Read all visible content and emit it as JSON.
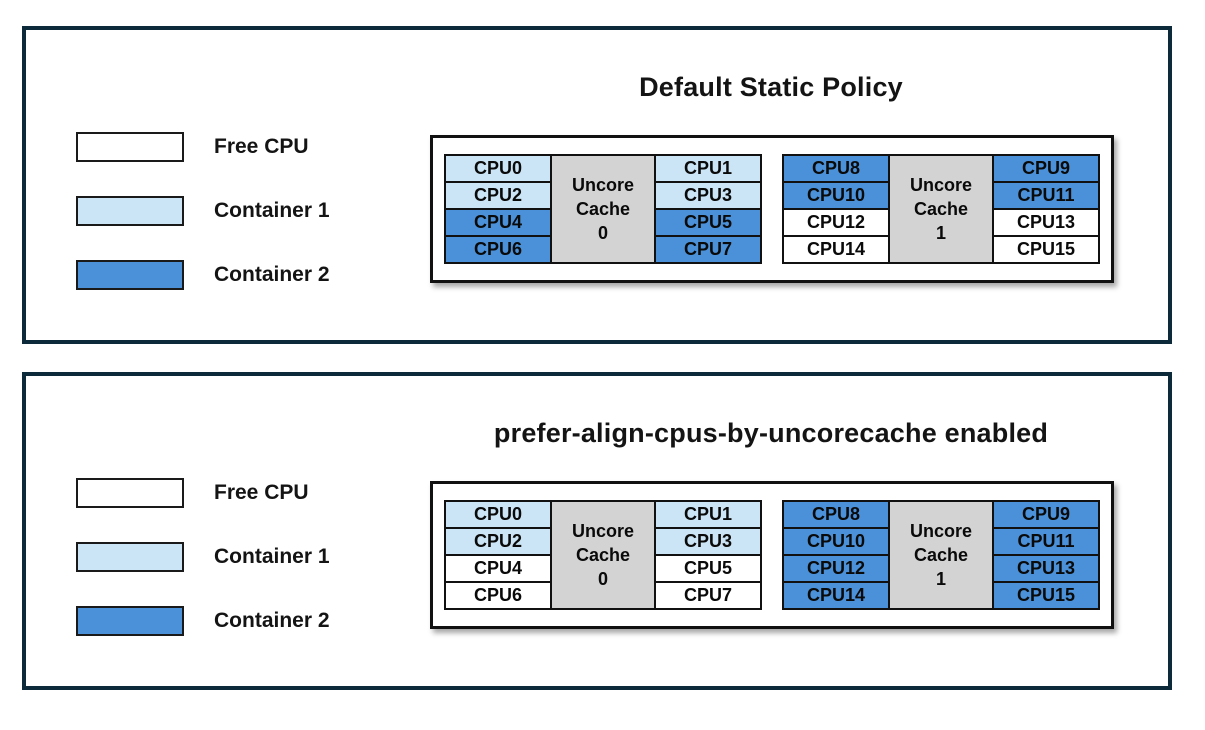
{
  "colors": {
    "free": "#ffffff",
    "container1": "#cbe5f6",
    "container2": "#4b91d9",
    "cache": "#d3d3d3",
    "panel-border": "#0d2a3a"
  },
  "legend": [
    {
      "label": "Free CPU",
      "state": "free"
    },
    {
      "label": "Container 1",
      "state": "container1"
    },
    {
      "label": "Container 2",
      "state": "container2"
    }
  ],
  "panels": [
    {
      "title": "Default Static Policy",
      "groups": [
        {
          "cache": [
            "Uncore",
            "Cache",
            "0"
          ],
          "left": [
            {
              "label": "CPU0",
              "state": "container1"
            },
            {
              "label": "CPU2",
              "state": "container1"
            },
            {
              "label": "CPU4",
              "state": "container2"
            },
            {
              "label": "CPU6",
              "state": "container2"
            }
          ],
          "right": [
            {
              "label": "CPU1",
              "state": "container1"
            },
            {
              "label": "CPU3",
              "state": "container1"
            },
            {
              "label": "CPU5",
              "state": "container2"
            },
            {
              "label": "CPU7",
              "state": "container2"
            }
          ]
        },
        {
          "cache": [
            "Uncore",
            "Cache",
            "1"
          ],
          "left": [
            {
              "label": "CPU8",
              "state": "container2"
            },
            {
              "label": "CPU10",
              "state": "container2"
            },
            {
              "label": "CPU12",
              "state": "free"
            },
            {
              "label": "CPU14",
              "state": "free"
            }
          ],
          "right": [
            {
              "label": "CPU9",
              "state": "container2"
            },
            {
              "label": "CPU11",
              "state": "container2"
            },
            {
              "label": "CPU13",
              "state": "free"
            },
            {
              "label": "CPU15",
              "state": "free"
            }
          ]
        }
      ]
    },
    {
      "title": "prefer-align-cpus-by-uncorecache enabled",
      "groups": [
        {
          "cache": [
            "Uncore",
            "Cache",
            "0"
          ],
          "left": [
            {
              "label": "CPU0",
              "state": "container1"
            },
            {
              "label": "CPU2",
              "state": "container1"
            },
            {
              "label": "CPU4",
              "state": "free"
            },
            {
              "label": "CPU6",
              "state": "free"
            }
          ],
          "right": [
            {
              "label": "CPU1",
              "state": "container1"
            },
            {
              "label": "CPU3",
              "state": "container1"
            },
            {
              "label": "CPU5",
              "state": "free"
            },
            {
              "label": "CPU7",
              "state": "free"
            }
          ]
        },
        {
          "cache": [
            "Uncore",
            "Cache",
            "1"
          ],
          "left": [
            {
              "label": "CPU8",
              "state": "container2"
            },
            {
              "label": "CPU10",
              "state": "container2"
            },
            {
              "label": "CPU12",
              "state": "container2"
            },
            {
              "label": "CPU14",
              "state": "container2"
            }
          ],
          "right": [
            {
              "label": "CPU9",
              "state": "container2"
            },
            {
              "label": "CPU11",
              "state": "container2"
            },
            {
              "label": "CPU13",
              "state": "container2"
            },
            {
              "label": "CPU15",
              "state": "container2"
            }
          ]
        }
      ]
    }
  ]
}
